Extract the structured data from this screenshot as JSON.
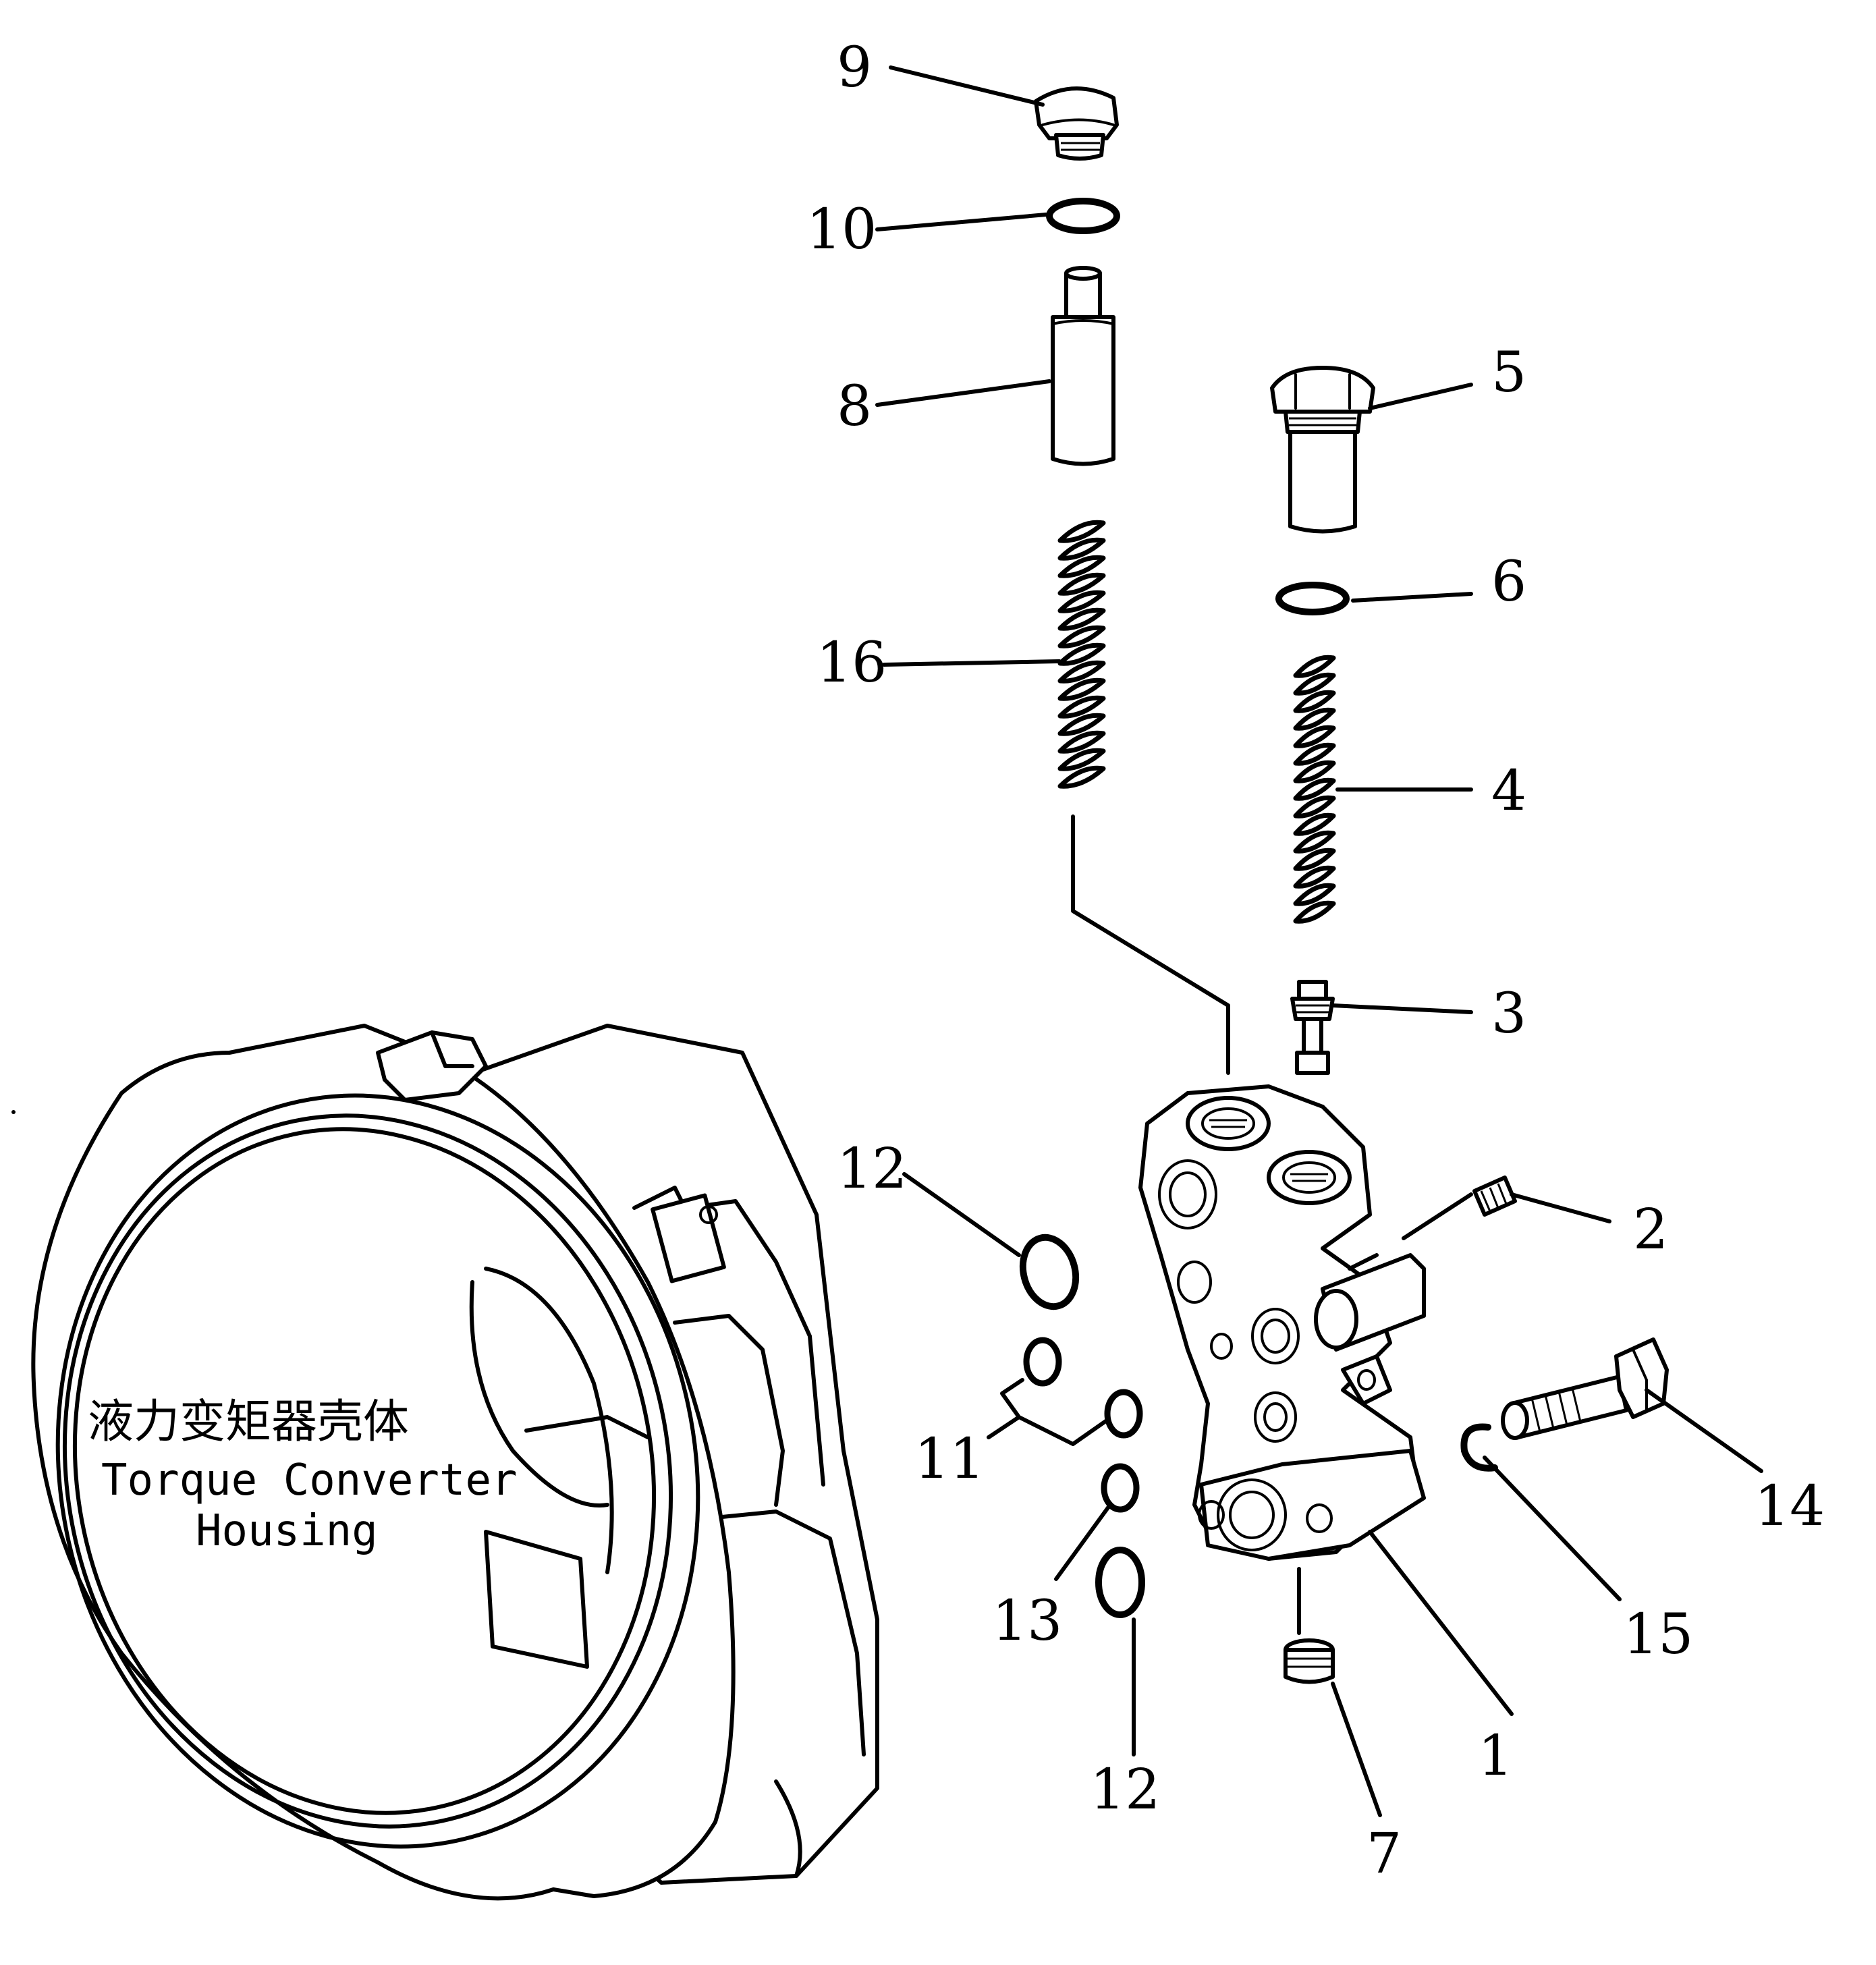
{
  "housing": {
    "label_cn": "液力变矩器壳体",
    "label_en_line1": "Torque Converter",
    "label_en_line2": "Housing"
  },
  "callouts": {
    "c1": "1",
    "c2": "2",
    "c3": "3",
    "c4": "4",
    "c5": "5",
    "c6": "6",
    "c7": "7",
    "c8": "8",
    "c9": "9",
    "c10": "10",
    "c11": "11",
    "c12a": "12",
    "c12b": "12",
    "c13": "13",
    "c14": "14",
    "c15": "15",
    "c16": "16"
  }
}
